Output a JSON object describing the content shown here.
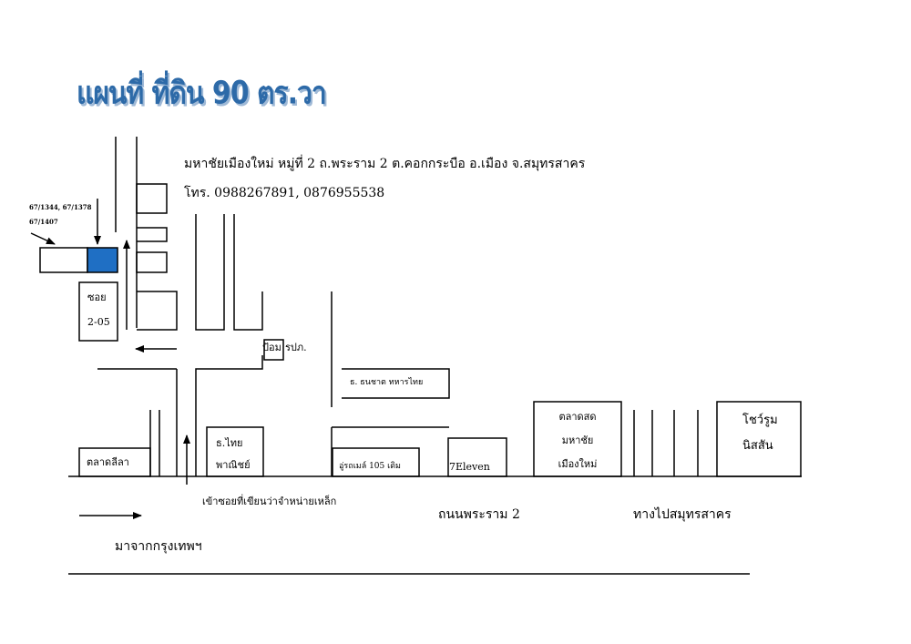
{
  "title": "แผนที่ ที่ดิน 90 ตร.วา",
  "address": "มหาชัยเมืองใหม่  หมู่ที่ 2 ถ.พระราม 2 ต.คอกกระบือ อ.เมือง จ.สมุทรสาคร",
  "phone": "โทร. 0988267891, 0876955538",
  "lot_numbers": {
    "line1": "67/1344, 67/1378",
    "line2": "67/1407"
  },
  "soi_label": {
    "line1": "ซอย",
    "line2": "2-05"
  },
  "landmarks": {
    "police_box": "ป้อม",
    "police_suffix": "รปภ.",
    "thanachart_bank": "ธ. ธนชาต ทหารไทย",
    "talad_lila": "ตลาดลีลา",
    "thai_bank_line1": "ธ.ไทย",
    "thai_bank_line2": "พาณิชย์",
    "garage": "อู่รถเมล์ 105 เดิม",
    "seven_eleven": "7Eleven",
    "market_line1": "ตลาดสด",
    "market_line2": "มหาชัย",
    "market_line3": "เมืองใหม่",
    "showroom_line1": "โชว์รูม",
    "showroom_line2": "นิสสัน"
  },
  "road_labels": {
    "steel_soi": "เข้าซอยที่เขียนว่าจำหน่ายเหล็ก",
    "rama2": "ถนนพระราม 2",
    "to_samut_sakhon": "ทางไปสมุทรสาคร",
    "from_bangkok": "มาจากกรุงเทพฯ"
  },
  "colors": {
    "title": "#2d6aa8",
    "plot": "#1f6fc4",
    "line": "#000000"
  }
}
